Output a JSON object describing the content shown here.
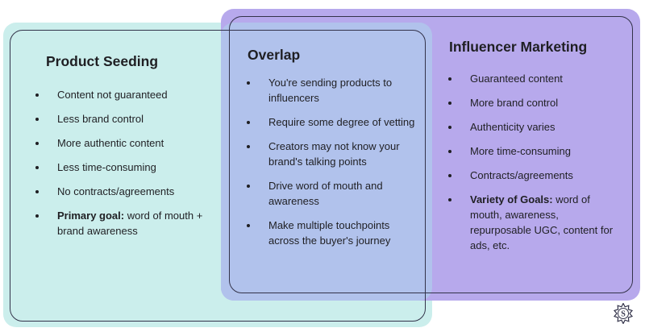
{
  "product_seeding": {
    "title": "Product Seeding",
    "items": [
      {
        "text": "Content not guaranteed"
      },
      {
        "text": "Less brand control"
      },
      {
        "text": "More authentic content"
      },
      {
        "text": "Less time-consuming"
      },
      {
        "text": "No contracts/agreements"
      },
      {
        "bold": "Primary goal:",
        "text": " word of mouth + brand awareness"
      }
    ]
  },
  "overlap": {
    "title": "Overlap",
    "items": [
      {
        "text": "You're sending products to influencers"
      },
      {
        "text": "Require some degree of vetting"
      },
      {
        "text": "Creators may not know your brand's talking points"
      },
      {
        "text": "Drive word of mouth and awareness"
      },
      {
        "text": "Make multiple touchpoints across the buyer's journey"
      }
    ]
  },
  "influencer_marketing": {
    "title": "Influencer Marketing",
    "items": [
      {
        "text": "Guaranteed content"
      },
      {
        "text": "More brand control"
      },
      {
        "text": "Authenticity varies"
      },
      {
        "text": "More time-consuming"
      },
      {
        "text": "Contracts/agreements"
      },
      {
        "bold": "Variety of Goals:",
        "text": " word of mouth, awareness, repurposable UGC, content for ads, etc."
      }
    ]
  },
  "logo": {
    "letter": "S",
    "icon": "starburst-logo-icon"
  },
  "colors": {
    "seeding_fill": "#cbeeec",
    "influencer_fill": "#b7a9ec",
    "overlap_fill": "#b1c2ec",
    "outline": "#33334a",
    "text": "#1f1f23"
  }
}
